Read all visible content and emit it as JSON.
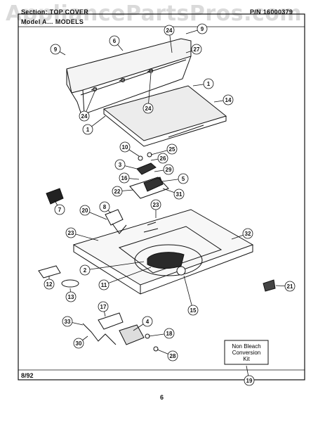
{
  "header": {
    "section_label": "Section:",
    "section_value": "TOP COVER",
    "model_label": "Model",
    "model_value": "A… MODELS",
    "pn_label": "P/N",
    "pn_value": "16000379"
  },
  "watermark": "AppliancePartsPros.com",
  "kit_box": {
    "line1": "Non Bleach",
    "line2": "Conversion",
    "line3": "Kit",
    "callout": "19"
  },
  "footer": {
    "date": "8/92",
    "page_number": "6"
  },
  "callouts": [
    "1",
    "1",
    "2",
    "3",
    "4",
    "5",
    "6",
    "7",
    "8",
    "9",
    "9",
    "10",
    "11",
    "12",
    "13",
    "14",
    "15",
    "16",
    "17",
    "18",
    "20",
    "21",
    "22",
    "23",
    "23",
    "24",
    "24",
    "24",
    "25",
    "26",
    "27",
    "28",
    "29",
    "30",
    "31",
    "32",
    "33"
  ]
}
